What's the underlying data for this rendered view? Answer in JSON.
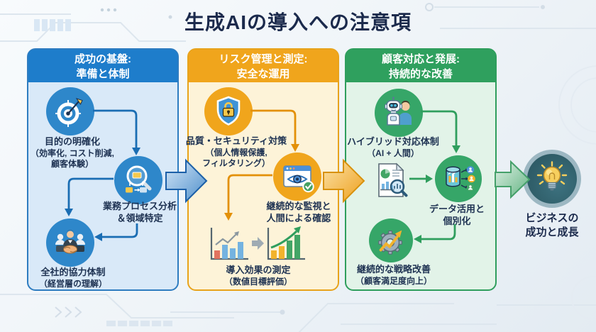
{
  "title": "生成AIの導入への注意項",
  "panels": [
    {
      "id": "foundation",
      "header": {
        "line1": "成功の基盤:",
        "line2": "準備と体制"
      },
      "accent": "#1e7dcb",
      "nodes": [
        {
          "icon": "target-icon",
          "lines": [
            "目的の明確化",
            "（効率化, コスト削減,",
            "顧客体験）"
          ]
        },
        {
          "icon": "process-analysis-icon",
          "lines": [
            "業務プロセス分析",
            "＆領域特定"
          ]
        },
        {
          "icon": "handshake-icon",
          "lines": [
            "全社的協力体制",
            "（経営層の理解）"
          ]
        }
      ]
    },
    {
      "id": "risk",
      "header": {
        "line1": "リスク管理と測定:",
        "line2": "安全な運用"
      },
      "accent": "#f0a51c",
      "nodes": [
        {
          "icon": "shield-lock-icon",
          "lines": [
            "品質・セキュリティ対策",
            "（個人情報保護,",
            "フィルタリング）"
          ]
        },
        {
          "icon": "monitoring-eye-icon",
          "lines": [
            "継続的な監視と",
            "人間による確認"
          ]
        },
        {
          "icon": "before-after-charts-icon",
          "lines": [
            "導入効果の測定",
            "（数値目標評価）"
          ]
        }
      ]
    },
    {
      "id": "customer",
      "header": {
        "line1": "顧客対応と発展:",
        "line2": "持続的な改善"
      },
      "accent": "#2fa05e",
      "extra_icon": "report-analysis-icon",
      "nodes": [
        {
          "icon": "robot-human-icon",
          "lines": [
            "ハイブリッド対応体制",
            "（AI + 人間）"
          ]
        },
        {
          "icon": "data-personalization-icon",
          "lines": [
            "データ活用と",
            "個別化"
          ]
        },
        {
          "icon": "gear-growth-icon",
          "lines": [
            "継続的な戦略改善",
            "（顧客満足度向上）"
          ]
        }
      ]
    }
  ],
  "result": {
    "icon": "lightbulb-icon",
    "lines": [
      "ビジネスの",
      "成功と成長"
    ]
  },
  "colors": {
    "title": "#1b2a4c",
    "panel_blue": "#1e7dcb",
    "panel_yellow": "#f0a51c",
    "panel_green": "#2fa05e",
    "flow_arrow_blue": "#4e8fcb",
    "flow_arrow_orange": "#eea01d",
    "flow_arrow_green": "#63b483",
    "result_ring": "#9cb7c2",
    "result_disc": "#31626c"
  }
}
